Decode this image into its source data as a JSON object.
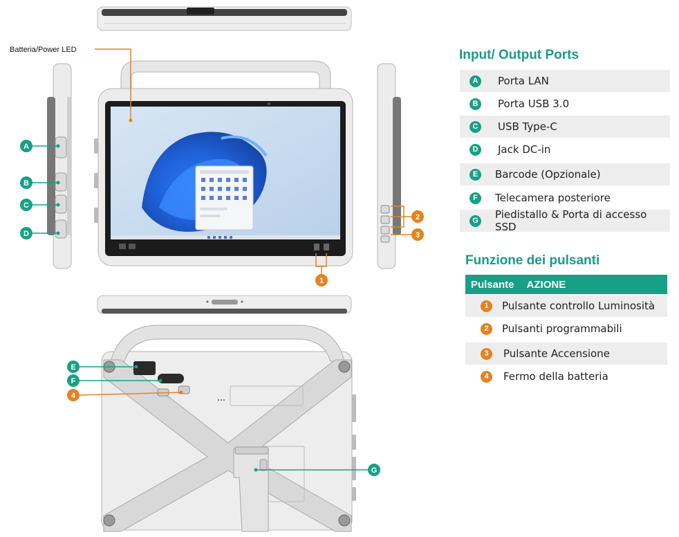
{
  "callout": {
    "battery_led": "Batteria/Power LED"
  },
  "ports": {
    "title": "Input/ Output Ports",
    "items": [
      {
        "letter": "A",
        "label": "Porta LAN"
      },
      {
        "letter": "B",
        "label": "Porta USB 3.0"
      },
      {
        "letter": "C",
        "label": "USB Type-C"
      },
      {
        "letter": "D",
        "label": "Jack DC-in"
      },
      {
        "letter": "E",
        "label": "Barcode (Opzionale)"
      },
      {
        "letter": "F",
        "label": "Telecamera posteriore"
      },
      {
        "letter": "G",
        "label": "Piedistallo & Porta di accesso SSD"
      }
    ]
  },
  "buttons": {
    "title": "Funzione dei pulsanti",
    "header": {
      "col1": "Pulsante",
      "col2": "AZIONE"
    },
    "items": [
      {
        "number": "1",
        "label": "Pulsante controllo Luminosità"
      },
      {
        "number": "2",
        "label": "Pulsanti programmabili"
      },
      {
        "number": "3",
        "label": "Pulsante Accensione"
      },
      {
        "number": "4",
        "label": "Fermo della batteria"
      }
    ]
  },
  "colors": {
    "accent_green": "#17a085",
    "accent_orange": "#e6821e",
    "title_green": "#1a9a8a"
  },
  "icons": {
    "device": "rugged-tablet",
    "wallpaper": "windows-11-bloom"
  }
}
